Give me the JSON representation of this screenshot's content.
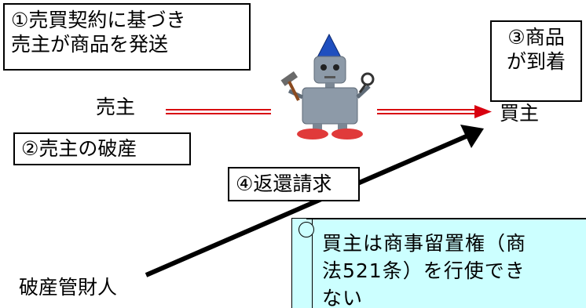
{
  "box1": {
    "line1": "①売買契約に基づき",
    "line2": "売主が商品を発送"
  },
  "box3": {
    "line1": "③商品",
    "line2": "が到着"
  },
  "seller": "売主",
  "buyer": "買主",
  "box2": "②売主の破産",
  "box4": "④返還請求",
  "trustee": "破産管財人",
  "note": "買主は商事留置権（商\n法521条）を行使でき\nない",
  "colors": {
    "arrow": "#d8000f",
    "robot_body": "#8d9aa8",
    "robot_hat": "#1f4fbf",
    "robot_feet": "#e03a3a",
    "note_bg": "#ccffff"
  },
  "icons": [
    "robot-icon",
    "hammer-icon",
    "wrench-icon"
  ]
}
